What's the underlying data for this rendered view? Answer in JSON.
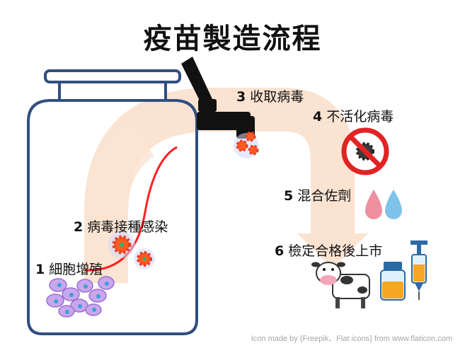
{
  "title": "疫苗製造流程",
  "steps": [
    {
      "num": "1",
      "label": "細胞增殖"
    },
    {
      "num": "2",
      "label": "病毒接種感染"
    },
    {
      "num": "3",
      "label": "收取病毒"
    },
    {
      "num": "4",
      "label": "不活化病毒"
    },
    {
      "num": "5",
      "label": "混合佐劑"
    },
    {
      "num": "6",
      "label": "檢定合格後上市"
    }
  ],
  "credit": "Icon made by {Freepik、Flat icons} from www.flaticon.com",
  "colors": {
    "jar_outline": "#2f4f80",
    "flow_arrow": "#fbe3d2",
    "growth_curve": "#ff2121",
    "virus": "#ff5a1f",
    "cells": "#c9a7ec",
    "prohibit_sign": "#e02424",
    "drop_pink": "#ef8fa0",
    "drop_blue": "#7fc3ea",
    "syringe_body": "#f5a623",
    "faucet": "#111111"
  },
  "icons": [
    "virus-icon",
    "cell-cluster-icon",
    "faucet-icon",
    "prohibit-virus-icon",
    "adjuvant-drops-icon",
    "cow-icon",
    "vial-icon",
    "syringe-icon"
  ]
}
